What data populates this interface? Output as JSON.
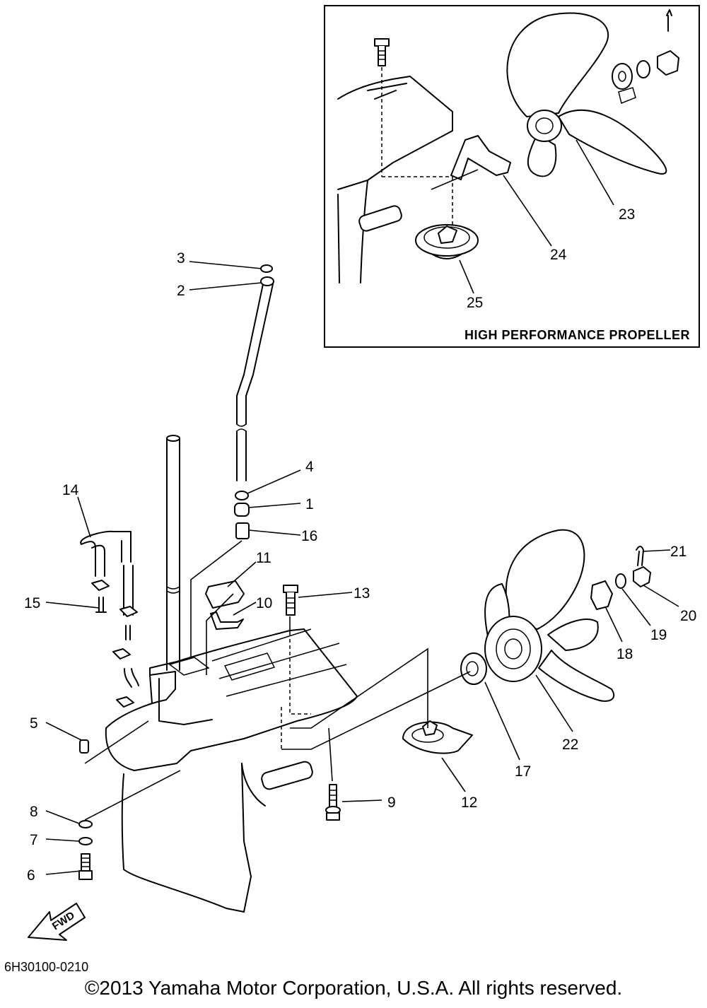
{
  "inset": {
    "title": "HIGH PERFORMANCE PROPELLER"
  },
  "fwd_label": "FWD",
  "diagram_code": "6H30100-0210",
  "copyright": "©2013 Yamaha Motor Corporation, U.S.A. All rights reserved.",
  "callouts": {
    "n1": "1",
    "n2": "2",
    "n3": "3",
    "n4": "4",
    "n5": "5",
    "n6": "6",
    "n7": "7",
    "n8": "8",
    "n9": "9",
    "n10": "10",
    "n11": "11",
    "n12": "12",
    "n13": "13",
    "n14": "14",
    "n15": "15",
    "n16": "16",
    "n17": "17",
    "n18": "18",
    "n19": "19",
    "n20": "20",
    "n21": "21",
    "n22": "22",
    "n23": "23",
    "n24": "24",
    "n25": "25"
  }
}
